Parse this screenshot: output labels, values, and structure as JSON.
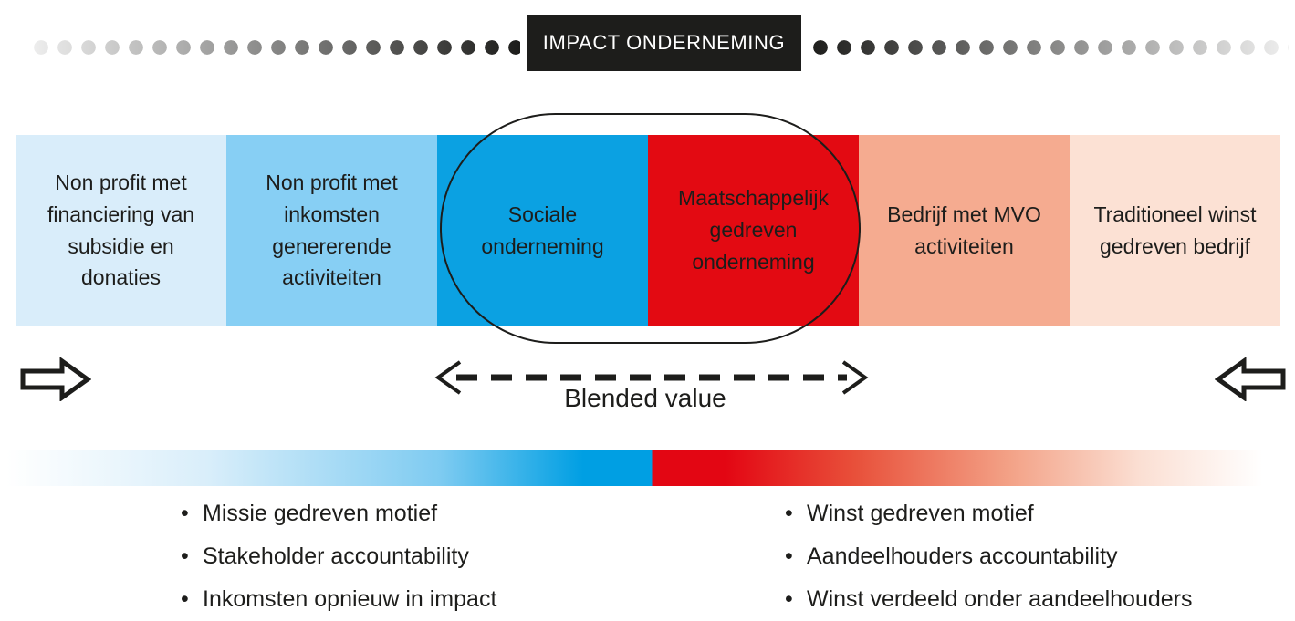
{
  "header": {
    "title": "IMPACT ONDERNEMING"
  },
  "spectrum": {
    "boxes": [
      {
        "label": "Non profit met financiering van subsidie en donaties",
        "color": "#d9edfa"
      },
      {
        "label": "Non profit met inkomsten genererende activiteiten",
        "color": "#87cff4"
      },
      {
        "label": "Sociale onderneming",
        "color": "#0ba1e2"
      },
      {
        "label": "Maatschappelijk gedreven onderneming",
        "color": "#e30a12"
      },
      {
        "label": "Bedrijf met MVO activiteiten",
        "color": "#f5ab90"
      },
      {
        "label": "Traditioneel winst gedreven bedrijf",
        "color": "#fce1d4"
      }
    ],
    "highlighted_range": [
      "Sociale onderneming",
      "Maatschappelijk gedreven onderneming"
    ]
  },
  "arrows": {
    "blended_value_label": "Blended value"
  },
  "characteristics": {
    "left": [
      "Missie gedreven motief",
      "Stakeholder accountability",
      "Inkomsten opnieuw in impact"
    ],
    "right": [
      "Winst gedreven motief",
      "Aandeelhouders accountability",
      "Winst verdeeld onder aandeelhouders"
    ]
  },
  "colors": {
    "blue": "#009fe3",
    "red": "#e30613",
    "dark": "#1d1d1b"
  }
}
